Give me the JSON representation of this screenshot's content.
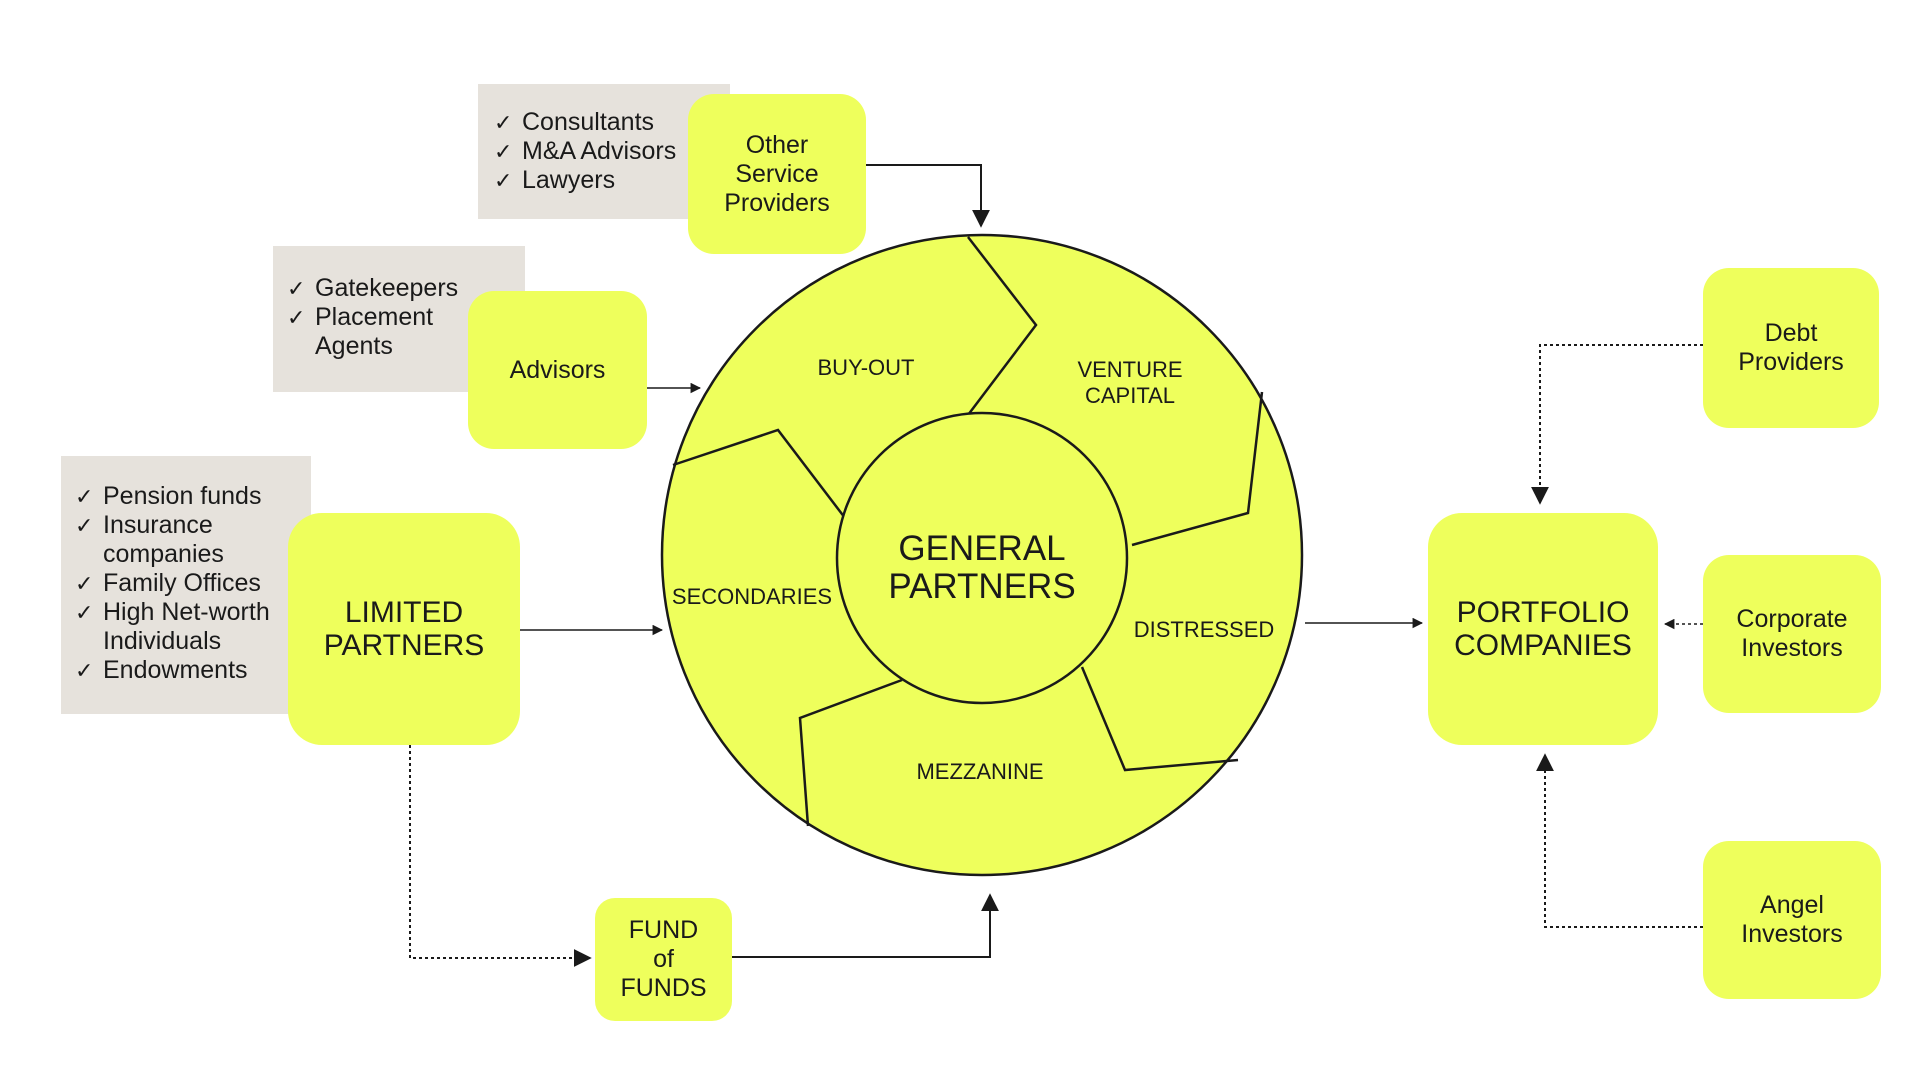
{
  "center": {
    "line1": "GENERAL",
    "line2": "PARTNERS"
  },
  "segments": {
    "buyout": "BUY-OUT",
    "venture": [
      "VENTURE",
      "CAPITAL"
    ],
    "distressed": "DISTRESSED",
    "mezzanine": "MEZZANINE",
    "secondaries": "SECONDARIES"
  },
  "other_service_providers": {
    "label": [
      "Other",
      "Service",
      "Providers"
    ],
    "items": [
      "Consultants",
      "M&A Advisors",
      "Lawyers"
    ]
  },
  "advisors": {
    "label": "Advisors",
    "items": [
      "Gatekeepers",
      "Placement",
      "Agents"
    ]
  },
  "limited_partners": {
    "label": [
      "LIMITED",
      "PARTNERS"
    ],
    "items": [
      "Pension funds",
      "Insurance",
      "companies",
      "Family Offices",
      "High Net-worth",
      "Individuals",
      "Endowments"
    ]
  },
  "fund_of_funds": {
    "label": [
      "FUND",
      "of",
      "FUNDS"
    ]
  },
  "portfolio_companies": {
    "label": [
      "PORTFOLIO",
      "COMPANIES"
    ]
  },
  "debt_providers": {
    "label": [
      "Debt",
      "Providers"
    ]
  },
  "corporate_investors": {
    "label": [
      "Corporate",
      "Investors"
    ]
  },
  "angel_investors": {
    "label": [
      "Angel",
      "Investors"
    ]
  },
  "colors": {
    "node": "#eeff5c",
    "gray_panel": "#e6e2dc",
    "stroke": "#1a1a1a"
  }
}
